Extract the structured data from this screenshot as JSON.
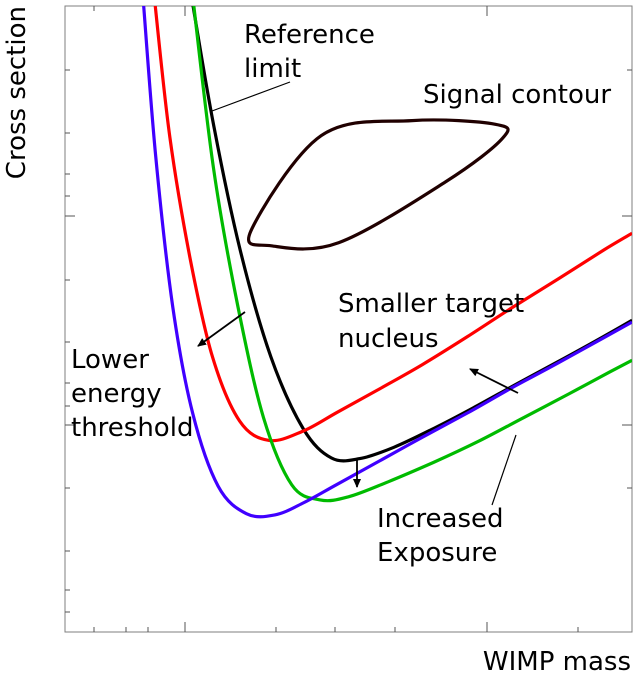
{
  "chart_data": {
    "type": "line",
    "title": "",
    "xlabel": "WIMP mass",
    "ylabel": "Cross section",
    "xscale": "log",
    "yscale": "log",
    "xlim": [
      0.0,
      1.0
    ],
    "ylim": [
      0.0,
      1.0
    ],
    "grid": false,
    "legend": "none",
    "series": [
      {
        "color": "#000000",
        "x": [
          0.224,
          0.262,
          0.309,
          0.363,
          0.42,
          0.47,
          0.52,
          0.58,
          0.65,
          0.72,
          0.8,
          0.88,
          0.95,
          1.0
        ],
        "y": [
          1.01,
          0.81,
          0.61,
          0.44,
          0.325,
          0.278,
          0.277,
          0.295,
          0.325,
          0.358,
          0.398,
          0.437,
          0.472,
          0.498
        ]
      },
      {
        "color": "#ff0000",
        "x": [
          0.158,
          0.185,
          0.22,
          0.26,
          0.308,
          0.36,
          0.42,
          0.48,
          0.55,
          0.63,
          0.71,
          0.79,
          0.87,
          0.95,
          1.0
        ],
        "y": [
          1.01,
          0.79,
          0.6,
          0.44,
          0.337,
          0.306,
          0.321,
          0.351,
          0.386,
          0.427,
          0.472,
          0.519,
          0.564,
          0.61,
          0.637
        ]
      },
      {
        "color": "#00bb00",
        "x": [
          0.226,
          0.262,
          0.305,
          0.35,
          0.4,
          0.45,
          0.5,
          0.57,
          0.65,
          0.73,
          0.81,
          0.89,
          0.96,
          1.0
        ],
        "y": [
          1.01,
          0.74,
          0.52,
          0.343,
          0.235,
          0.211,
          0.216,
          0.24,
          0.271,
          0.305,
          0.343,
          0.381,
          0.415,
          0.434
        ]
      },
      {
        "color": "#4000ff",
        "x": [
          0.138,
          0.16,
          0.19,
          0.225,
          0.27,
          0.32,
          0.37,
          0.42,
          0.48,
          0.55,
          0.63,
          0.71,
          0.79,
          0.87,
          0.95,
          1.0
        ],
        "y": [
          1.01,
          0.76,
          0.52,
          0.35,
          0.233,
          0.189,
          0.187,
          0.206,
          0.236,
          0.271,
          0.311,
          0.35,
          0.391,
          0.43,
          0.47,
          0.495
        ]
      },
      {
        "color": "#200000",
        "closed": true,
        "x": [
          0.452,
          0.612,
          0.759,
          0.772,
          0.671,
          0.483,
          0.364,
          0.328,
          0.452
        ],
        "y": [
          0.793,
          0.817,
          0.811,
          0.789,
          0.719,
          0.622,
          0.617,
          0.641,
          0.793
        ]
      }
    ],
    "annotations": [
      {
        "lines": [
          "Reference",
          "limit"
        ]
      },
      {
        "lines": [
          "Signal contour"
        ]
      },
      {
        "lines": [
          "Smaller target",
          "nucleus"
        ]
      },
      {
        "lines": [
          "Lower",
          "energy",
          "threshold"
        ]
      },
      {
        "lines": [
          "Increased",
          "Exposure"
        ]
      }
    ]
  }
}
